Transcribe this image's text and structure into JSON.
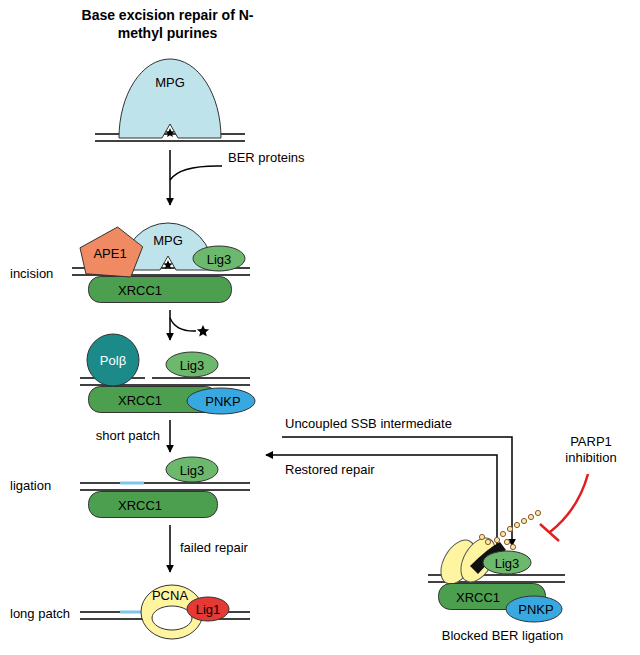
{
  "diagram": {
    "title": "Base excision repair of N-methyl purines",
    "nodes": [
      {
        "text": [
          "MPG"
        ]
      },
      {
        "text": [
          "APE1"
        ]
      },
      {
        "text": [
          "MPG"
        ]
      },
      {
        "text": [
          "Lig3"
        ]
      },
      {
        "text": [
          "XRCC1"
        ]
      },
      {
        "text": [
          "Polβ"
        ]
      },
      {
        "text": [
          "Lig3"
        ]
      },
      {
        "text": [
          "XRCC1"
        ]
      },
      {
        "text": [
          "PNKP"
        ]
      },
      {
        "text": [
          "Lig3"
        ]
      },
      {
        "text": [
          "XRCC1"
        ]
      },
      {
        "text": [
          "PCNA"
        ]
      },
      {
        "text": [
          "Lig1"
        ]
      },
      {
        "text": [
          "Lig3"
        ]
      },
      {
        "text": [
          "XRCC1"
        ]
      },
      {
        "text": [
          "PNKP"
        ]
      }
    ],
    "labels": [
      "BER proteins",
      "incision",
      "short patch",
      "ligation",
      "failed repair",
      "long patch",
      "Uncoupled SSB intermediate",
      "Restored repair",
      "PARP1 inhibition",
      "Blocked BER ligation"
    ]
  }
}
